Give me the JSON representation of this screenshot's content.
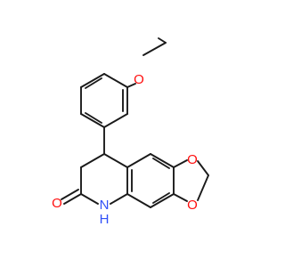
{
  "colors": {
    "background": "#ffffff",
    "bond": "#1a1a1a",
    "oxygen": "#ff0d0d",
    "nitrogen": "#3050f8"
  },
  "atom_labels": {
    "ethoxy_oxygen": "O",
    "dioxole_oxygen_top": "O",
    "dioxole_oxygen_bottom": "O",
    "carbonyl_oxygen": "O",
    "amide_nitrogen": "N",
    "amide_hydrogen": "H"
  }
}
